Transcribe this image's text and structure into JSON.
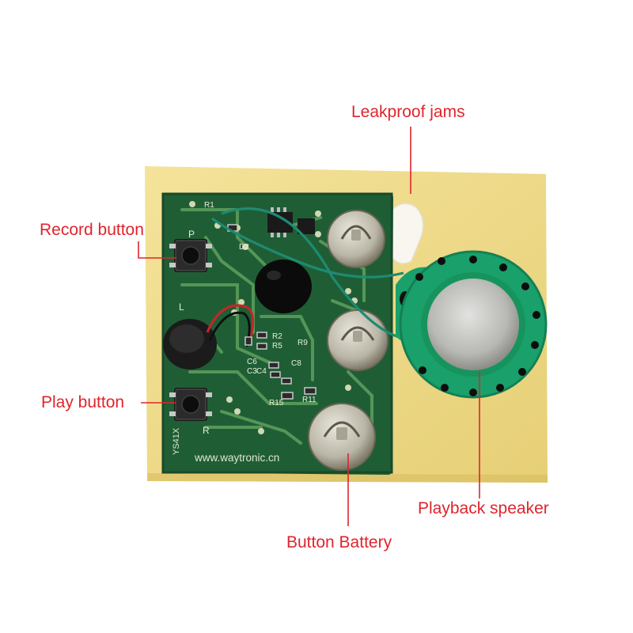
{
  "callouts": {
    "leakproof": "Leakproof jams",
    "record": "Record button",
    "play": "Play button",
    "speaker": "Playback speaker",
    "battery": "Button Battery"
  },
  "board": {
    "website": "www.waytronic.cn",
    "model": "YS41X",
    "silkscreen": [
      "R1",
      "P",
      "L",
      "D2",
      "R2",
      "R5",
      "R9",
      "C8",
      "C6",
      "C3",
      "C4",
      "R15",
      "R11",
      "R"
    ]
  },
  "colors": {
    "callout_text": "#e0242c",
    "callout_line": "#e0242c",
    "pcb": "#1f5e35",
    "tape": "#f1dd8c",
    "speaker": "#1aa06a"
  }
}
